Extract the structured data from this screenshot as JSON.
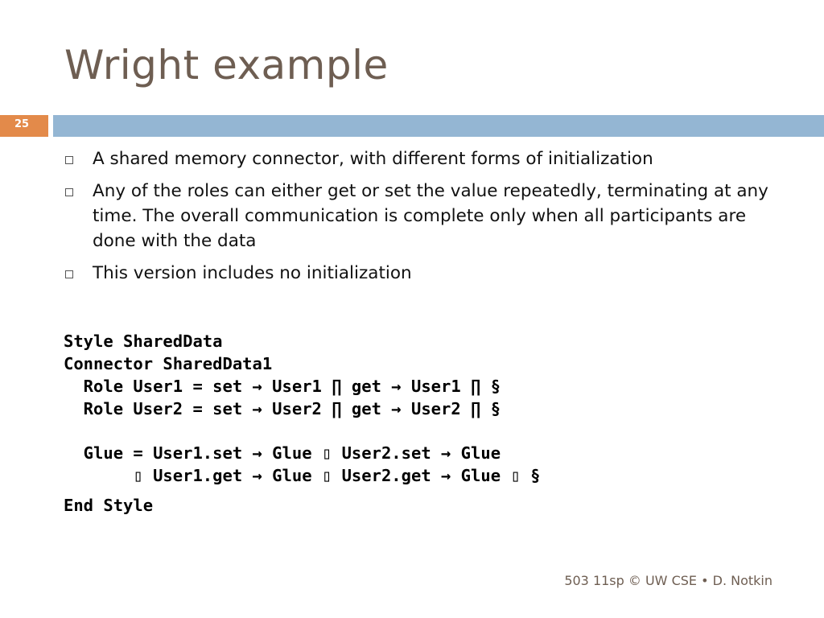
{
  "slide": {
    "title": "Wright example",
    "number": "25"
  },
  "bullets": [
    "A shared memory connector, with different forms of initialization",
    "Any of the roles can either get or set the value repeatedly, terminating at any time. The overall communication is complete only when all participants are done with the data",
    "This version includes no initialization"
  ],
  "code": [
    "Style SharedData",
    "Connector SharedData1",
    "  Role User1 = set → User1 ∏ get → User1 ∏ §",
    "  Role User2 = set → User2 ∏ get → User2 ∏ §",
    "",
    "  Glue = User1.set → Glue ▯ User2.set → Glue",
    "       ▯ User1.get → Glue ▯ User2.get → Glue ▯ §",
    "End Style"
  ],
  "footer": "503 11sp © UW CSE  • D. Notkin",
  "colors": {
    "title": "#6e5e52",
    "band_accent": "#e38a4a",
    "band_main": "#94b6d3"
  }
}
